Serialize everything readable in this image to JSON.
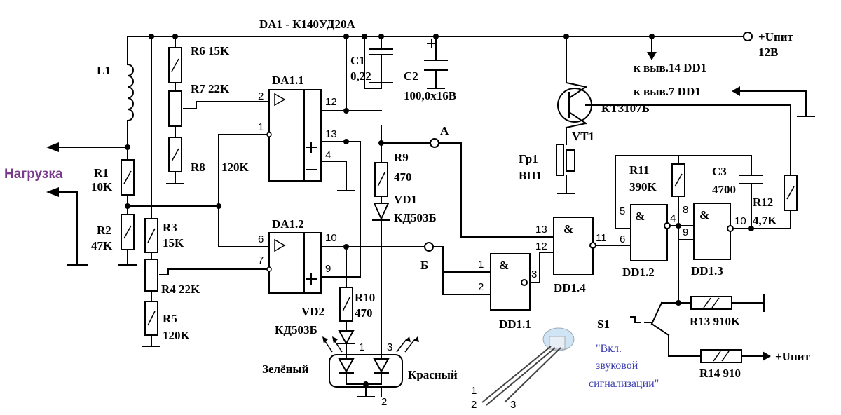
{
  "title": "DA1 - К140УД20А",
  "supply": {
    "label": "+Uпит",
    "voltage": "12В"
  },
  "load": "Нагрузка",
  "notes": {
    "pin14": "к выв.14 DD1",
    "pin7": "к выв.7 DD1"
  },
  "points": {
    "a": "А",
    "b": "Б"
  },
  "opamps": {
    "da11": "DA1.1",
    "da12": "DA1.2"
  },
  "gates": {
    "dd11": "DD1.1",
    "dd12": "DD1.2",
    "dd13": "DD1.3",
    "dd14": "DD1.4",
    "and_symbol": "&"
  },
  "components": {
    "l1": "L1",
    "r1": {
      "name": "R1",
      "value": "10K"
    },
    "r2": {
      "name": "R2",
      "value": "47K"
    },
    "r3": {
      "name": "R3",
      "value": "15K"
    },
    "r4": "R4 22K",
    "r5": {
      "name": "R5",
      "value": "120K"
    },
    "r6": "R6 15K",
    "r7": "R7 22K",
    "r8": "R8",
    "r8_value": "120K",
    "r9": {
      "name": "R9",
      "value": "470"
    },
    "r10": {
      "name": "R10",
      "value": "470"
    },
    "r11": {
      "name": "R11",
      "value": "390K"
    },
    "r12": {
      "name": "R12",
      "value": "4,7K"
    },
    "r13": "R13 910K",
    "r14": "R14 910",
    "c1": {
      "name": "C1",
      "value": "0,22"
    },
    "c2": {
      "name": "C2",
      "value": "100,0x16В"
    },
    "c3": {
      "name": "C3",
      "value": "4700"
    },
    "vd1": {
      "name": "VD1",
      "value": "КД503Б"
    },
    "vd2": {
      "name": "VD2",
      "value": "КД503Б"
    },
    "vt1": {
      "name": "VT1",
      "value": "КТ3107Б"
    },
    "gr1": {
      "name": "Гр1",
      "value": "ВП1"
    },
    "s1": "S1"
  },
  "led": {
    "green": "Зелёный",
    "red": "Красный",
    "green_color": "#2e9a4a",
    "red_color": "#c81e1e"
  },
  "switch_caption": [
    "\"Вкл.",
    "звуковой",
    "сигнализации\""
  ],
  "caption_color": "#3b3fb0",
  "load_color": "#7a3a8c",
  "pins": {
    "da11": [
      "2",
      "1",
      "12",
      "13",
      "4"
    ],
    "da12": [
      "6",
      "7",
      "10",
      "9"
    ],
    "dd11": [
      "1",
      "2",
      "3"
    ],
    "dd14": [
      "13",
      "12",
      "11"
    ],
    "dd12": [
      "5",
      "6",
      "4"
    ],
    "dd13": [
      "8",
      "9",
      "10"
    ],
    "led": [
      "1",
      "3",
      "2"
    ],
    "led_legs": [
      "1",
      "2",
      "3"
    ]
  }
}
